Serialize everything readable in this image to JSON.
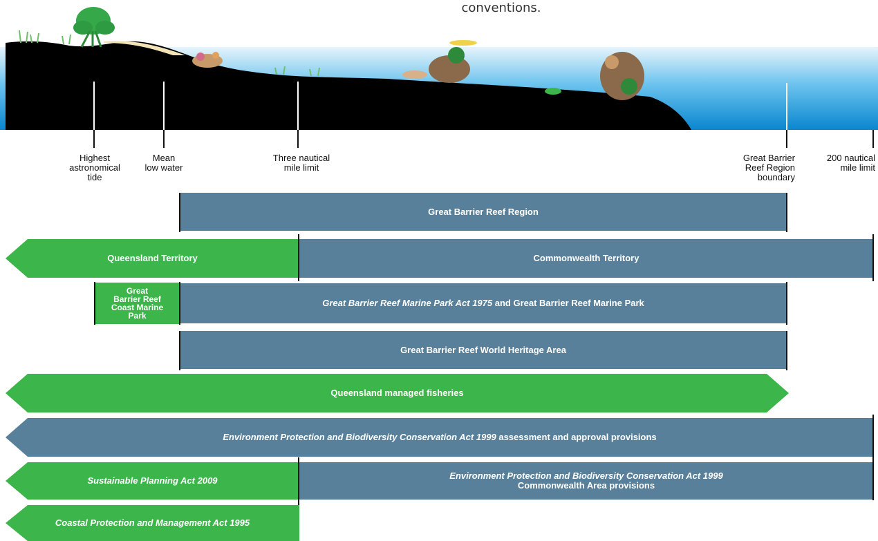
{
  "caption": "conventions.",
  "boundaries": {
    "highest_tide": [
      "Highest",
      "astronomical",
      "tide"
    ],
    "mean_low": [
      "Mean",
      "low water"
    ],
    "three_nm": [
      "Three nautical",
      "mile limit"
    ],
    "gbr_boundary": [
      "Great Barrier",
      "Reef Region",
      "boundary"
    ],
    "two_hundred_nm": [
      "200 nautical",
      "mile limit"
    ]
  },
  "bands": {
    "gbr_region": "Great Barrier Reef Region",
    "qld_territory": "Queensland Territory",
    "cw_territory": "Commonwealth Territory",
    "coast_park": [
      "Great",
      "Barrier Reef",
      "Coast Marine",
      "Park"
    ],
    "marine_park_italic": "Great Barrier Reef Marine Park Act 1975",
    "marine_park_rest": " and Great Barrier Reef Marine Park",
    "world_heritage": "Great Barrier Reef World Heritage Area",
    "qld_fisheries": "Queensland managed fisheries",
    "epbc_italic": "Environment Protection and Biodiversity Conservation Act 1999",
    "epbc_rest": " assessment and approval provisions",
    "spa": "Sustainable Planning Act 2009",
    "epbc_cw_italic": "Environment Protection and Biodiversity Conservation Act 1999",
    "epbc_cw_rest": "Commonwealth Area provisions",
    "cpma": "Coastal Protection and Management Act 1995"
  },
  "colors": {
    "green": "#3cb54a",
    "blue": "#58809a",
    "land": "#000000",
    "sea_top": "#dff1fb",
    "sea_bottom": "#0a86cf"
  }
}
